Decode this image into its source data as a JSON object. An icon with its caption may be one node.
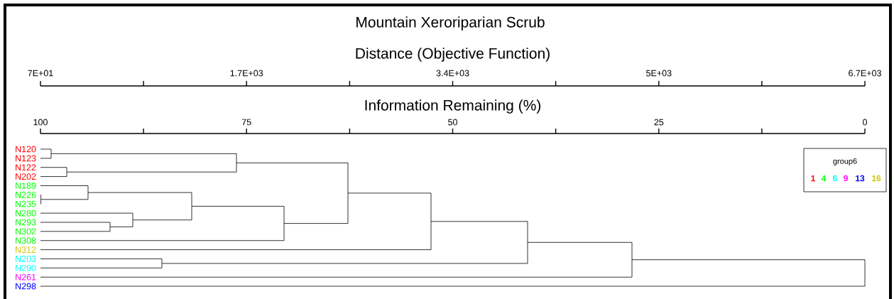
{
  "diagram": {
    "title": "Mountain Xeroriparian Scrub",
    "labels": [
      "Distance (Objective Function)",
      "7E+01",
      "1.7E+03",
      "3.4E+03",
      "5E+03",
      "6.7E+03",
      "Information Remaining (%)",
      "100",
      "75",
      "50",
      "25",
      "0",
      "N120",
      "N123",
      "N122",
      "N202",
      "N189",
      "N226",
      "N235",
      "N280",
      "N293",
      "N302",
      "N308",
      "N312",
      "N203",
      "N290",
      "N261",
      "N298",
      "group6"
    ],
    "legend": [
      {
        "text": "1",
        "color": "#ff0000"
      },
      {
        "text": "4",
        "color": "#00ff00"
      },
      {
        "text": "6",
        "color": "#00ffff"
      },
      {
        "text": "9",
        "color": "#ff00ff"
      },
      {
        "text": "13",
        "color": "#0000ff"
      },
      {
        "text": "16",
        "color": "#d4c400"
      }
    ]
  }
}
